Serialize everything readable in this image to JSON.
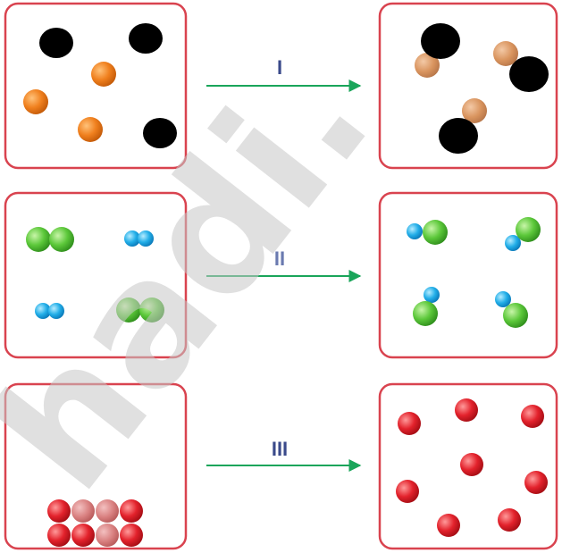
{
  "steps": [
    {
      "label": "I"
    },
    {
      "label": "II"
    },
    {
      "label": "III"
    }
  ],
  "watermark": "hadi.",
  "colors": {
    "box_border": "#d9434f",
    "arrow": "#1aa55a",
    "label": "#3a4a8a",
    "black_particle": "#000000",
    "orange_particle": "#f0801e",
    "green_particle": "#5cc83a",
    "blue_particle": "#22aee8",
    "red_particle": "#e3222c"
  }
}
